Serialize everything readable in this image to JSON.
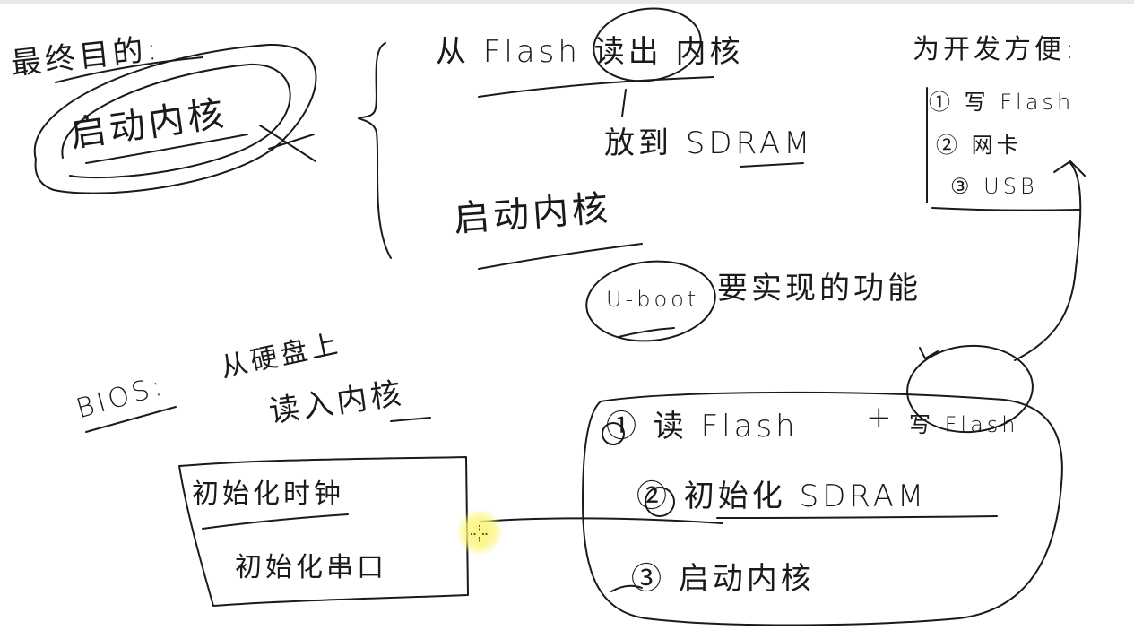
{
  "colors": {
    "ink": "#1a1a1a",
    "background": "#ffffff",
    "cursor_highlight": "#f8f47a"
  },
  "notes": {
    "goal_title": "最终目的:",
    "goal": "启动内核",
    "read_flash": "从 Flash 读出 内核",
    "to_sdram": "放到 SDRAM",
    "start_kernel": "启动内核",
    "convenience_title": "为开发方便:",
    "opt1": "① 写 Flash",
    "opt2": "② 网卡",
    "opt3": "③ USB",
    "uboot": "U-boot",
    "uboot_needs": "要实现的功能",
    "bios": "BIOS:",
    "bios_line1": "从硬盘上",
    "bios_line2": "读入内核",
    "box_line1": "初始化时钟",
    "box_line2": "初始化串口",
    "step1_read": "① 读 Flash",
    "plus": "+",
    "step1_write": "写 Flash",
    "step2": "② 初始化 SDRAM",
    "step3": "③ 启动内核"
  }
}
